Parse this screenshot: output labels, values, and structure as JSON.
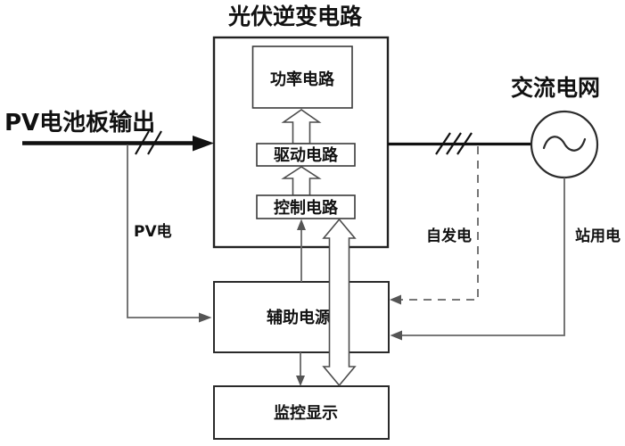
{
  "diagram": {
    "title": "光伏逆变电路",
    "source_label": "PV电池板输出",
    "grid_label": "交流电网",
    "blocks": {
      "power": "功率电路",
      "drive": "驱动电路",
      "control": "控制电路",
      "aux": "辅助电源",
      "monitor": "监控显示"
    },
    "wire_labels": {
      "pv": "PV电",
      "self_gen": "自发电",
      "station": "站用电"
    },
    "colors": {
      "line": "#111111",
      "thin_line": "#666666",
      "box_border": "#2a2a2a",
      "background": "#ffffff"
    }
  }
}
